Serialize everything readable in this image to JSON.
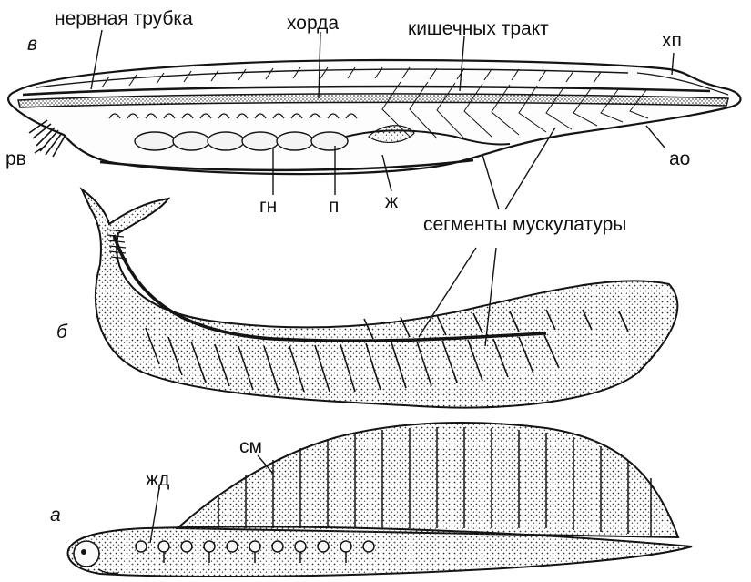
{
  "colors": {
    "ink": "#141414",
    "paper": "#ffffff",
    "stipple": "#4a4a4a"
  },
  "panels": {
    "v": {
      "letter": "в",
      "labels": {
        "nervous_tube": "нервная трубка",
        "chord": "хорда",
        "intestinal_tract": "кишечных тракт",
        "tail_fin": "хп",
        "oral_tentacles": "рв",
        "gonads": "гн",
        "liver": "п",
        "gills": "ж",
        "atriopore": "ао"
      }
    },
    "b": {
      "letter": "б",
      "labels": {
        "muscle_segments": "сегменты мускулатуры"
      }
    },
    "a": {
      "letter": "а",
      "labels": {
        "myomeres": "см",
        "gill_slits": "жд"
      }
    }
  }
}
